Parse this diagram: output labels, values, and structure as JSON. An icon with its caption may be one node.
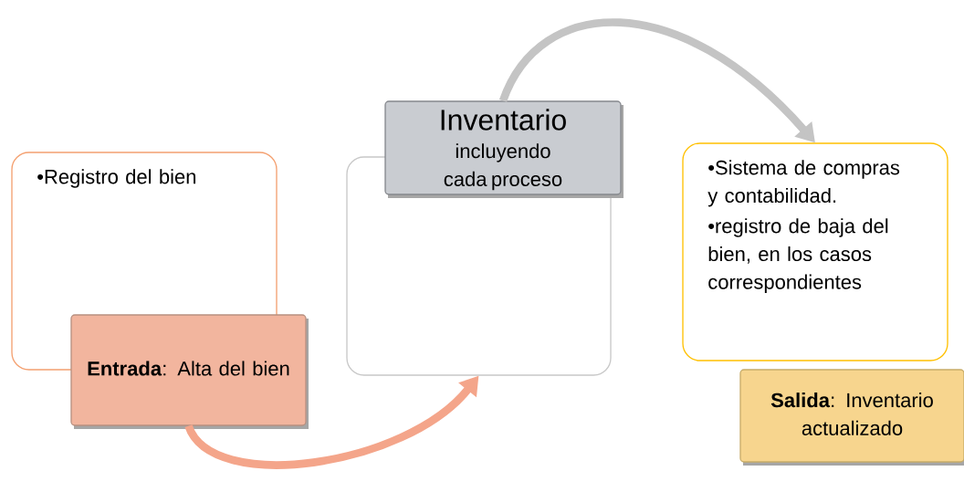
{
  "diagram": {
    "nodes": [
      {
        "text": [
          "•Registro del bien"
        ]
      },
      {
        "text": [
          "**Entrada**: Alta del bien"
        ]
      },
      {
        "text": [],
        "shape": "box"
      },
      {
        "text": [
          "Inventario",
          "incluyendo cada proceso"
        ]
      },
      {
        "text": [
          "•Sistema de compras y contabilidad.",
          "•registro de baja del bien, en los casos correspondientes"
        ]
      },
      {
        "text": [
          "**Salida**: Inventario actualizado"
        ]
      }
    ],
    "edges": [
      {
        "from": 1,
        "to": 2,
        "arrow": "to",
        "color": "#f4a58a"
      },
      {
        "from": 3,
        "to": 4,
        "arrow": "to",
        "color": "#c4c4c4"
      }
    ]
  }
}
